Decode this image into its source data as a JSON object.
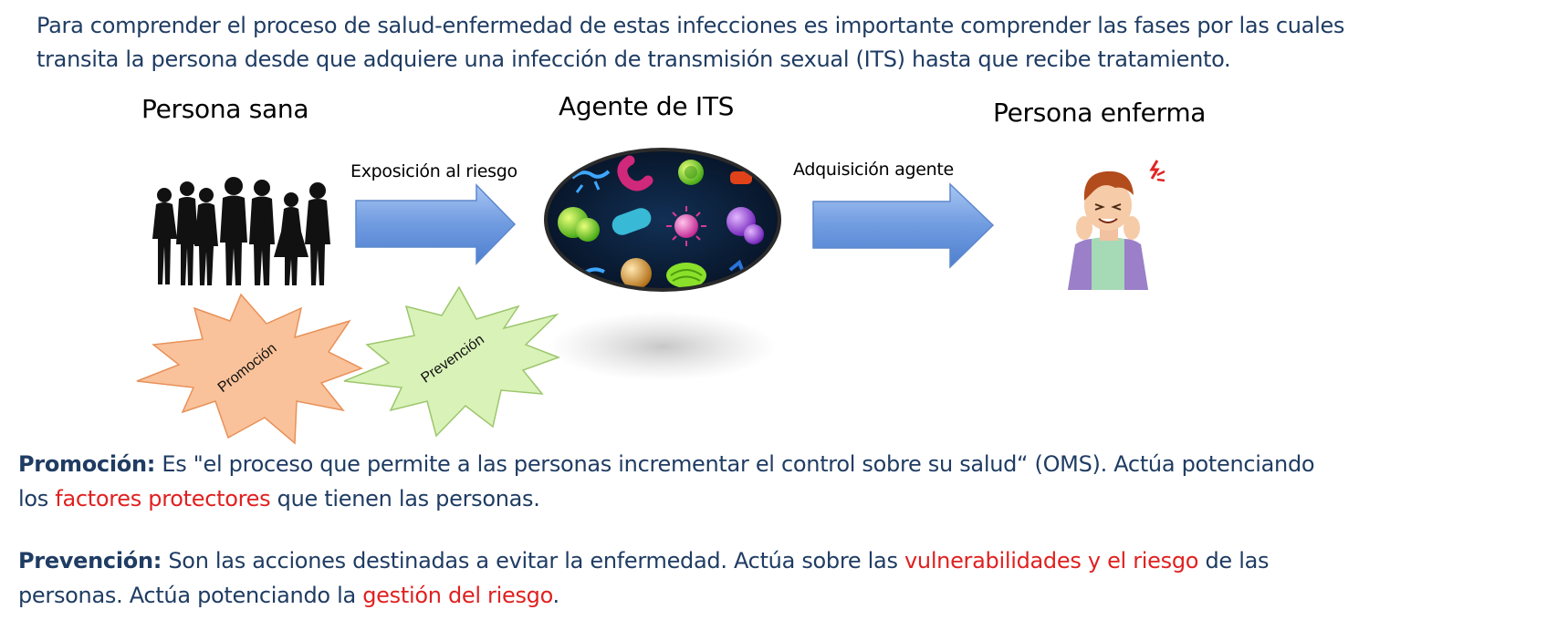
{
  "intro": {
    "line1": "Para comprender el proceso de salud-enfermedad de estas infecciones es importante comprender las fases por las cuales",
    "line2": "transita la persona desde que adquiere una infección de transmisión sexual (ITS) hasta que recibe tratamiento."
  },
  "stages": {
    "healthy": "Persona sana",
    "agent": "Agente de ITS",
    "sick": "Persona enferma"
  },
  "arrows": {
    "exposure": "Exposición al riesgo",
    "acquisition": "Adquisición agente"
  },
  "bursts": {
    "promotion": "Promoción",
    "prevention": "Prevención"
  },
  "definitions": {
    "promotion": {
      "term": "Promoción:",
      "text1": " Es \"el proceso que permite a las personas incrementar el control sobre su salud“ (OMS). Actúa potenciando",
      "text2": "los ",
      "highlight1": "factores protectores",
      "text3": " que tienen las personas."
    },
    "prevention": {
      "term": "Prevención:",
      "text1": " Son las acciones destinadas a evitar la enfermedad. Actúa sobre las ",
      "highlight1": "vulnerabilidades y el riesgo",
      "text2": " de las",
      "text3": "personas.  Actúa potenciando la ",
      "highlight2": "gestión del riesgo",
      "text4": "."
    }
  },
  "colors": {
    "body_text": "#1f3c63",
    "highlight": "#e02020",
    "arrow_fill": "#6f9be0",
    "promotion_burst": "#f9c29a",
    "prevention_burst": "#d9f2b8"
  },
  "icons": {
    "people": "silhouettes-group-icon",
    "microbes": "microbes-lens-icon",
    "sick_person": "sick-person-icon"
  }
}
